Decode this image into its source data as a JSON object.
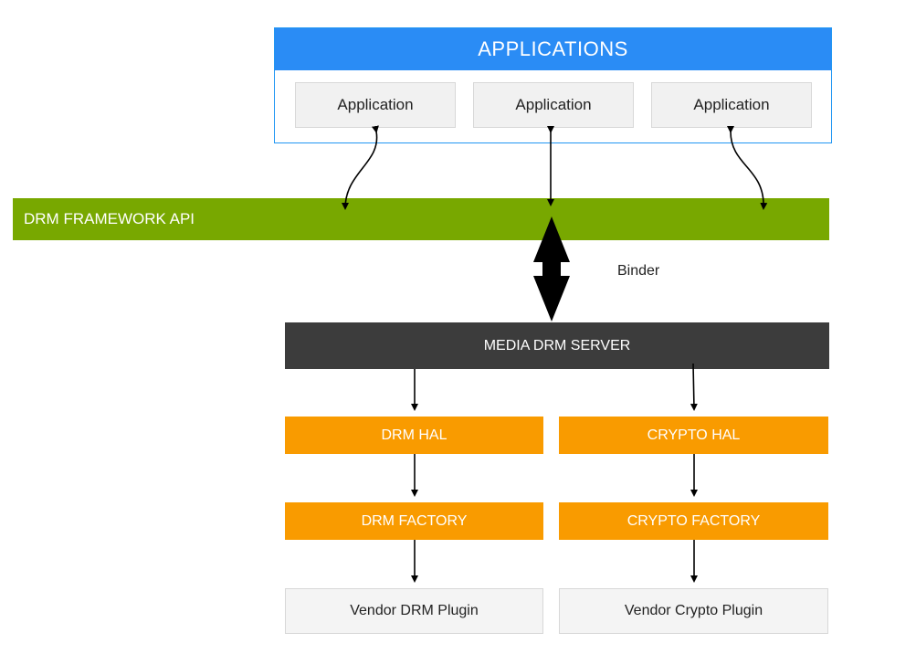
{
  "applications": {
    "title": "APPLICATIONS",
    "items": [
      "Application",
      "Application",
      "Application"
    ]
  },
  "framework_api": "DRM FRAMEWORK API",
  "binder_label": "Binder",
  "media_server": "MEDIA DRM SERVER",
  "left_column": {
    "hal": "DRM HAL",
    "factory": "DRM FACTORY",
    "plugin": "Vendor DRM Plugin"
  },
  "right_column": {
    "hal": "CRYPTO HAL",
    "factory": "CRYPTO FACTORY",
    "plugin": "Vendor Crypto Plugin"
  },
  "colors": {
    "applications_header": "#2a8cf5",
    "framework_api": "#78a800",
    "media_server": "#3c3c3c",
    "hal_factory": "#f99b00"
  }
}
